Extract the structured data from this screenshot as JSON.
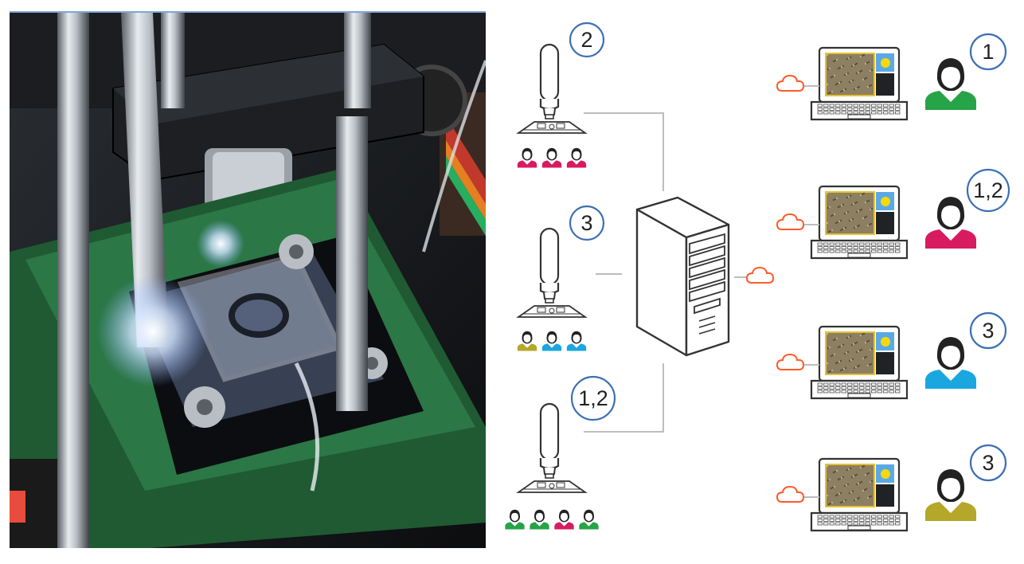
{
  "microscopes": [
    {
      "badge": "2",
      "viewers": [
        "#d81b60",
        "#d81b60",
        "#d81b60"
      ]
    },
    {
      "badge": "3",
      "viewers": [
        "#b5a72a",
        "#1aa7df",
        "#1aa7df"
      ]
    },
    {
      "badge": "1,2",
      "viewers": [
        "#27a348",
        "#27a348",
        "#d81b60",
        "#27a348"
      ]
    }
  ],
  "clients": [
    {
      "badge": "1",
      "color": "#27a348"
    },
    {
      "badge": "1,2",
      "color": "#d81b60"
    },
    {
      "badge": "3",
      "color": "#1aa7df"
    },
    {
      "badge": "3",
      "color": "#b5a72a"
    }
  ],
  "colors": {
    "badge_border": "#3c6fb4",
    "cloud": "#ff5a2a",
    "connector": "#bdbdbd",
    "outline": "#333333",
    "photo_border": "#7fa6d6"
  },
  "icons": {
    "microscope": "microscope-icon",
    "server": "server-icon",
    "cloud": "cloud-icon",
    "laptop": "laptop-icon",
    "user": "user-icon",
    "photo": "microscope-stage-photo"
  }
}
